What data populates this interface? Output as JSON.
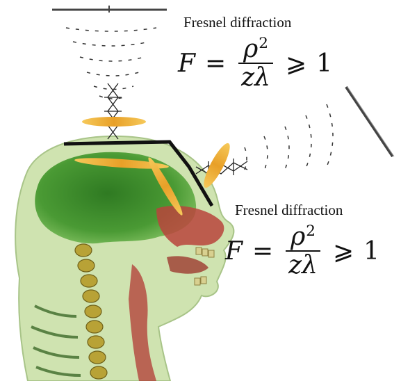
{
  "captions": {
    "top": "Fresnel diffraction",
    "right": "Fresnel diffraction"
  },
  "formula": {
    "lhs": "F",
    "equals": "=",
    "numerator_base": "ρ",
    "numerator_exp": "2",
    "denominator": "zλ",
    "relation": "⩾",
    "rhs": "1"
  },
  "colors": {
    "brain": "#3f8f2e",
    "skin": "#c9dfa8",
    "spine": "#b8a236",
    "tissue_red": "#b23a34",
    "lens": "#f0b53a",
    "shield": "#111111",
    "waves": "#333333"
  }
}
